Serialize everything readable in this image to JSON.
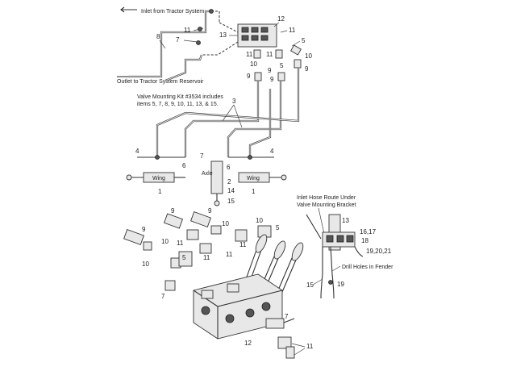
{
  "labels": {
    "inlet": "Inlet from Tractor System",
    "outlet": "Outlet to Tractor System Reservoir",
    "kit_line1": "Valve Mounting Kit #3534 includes",
    "kit_line2": "items 5, 7, 8, 9, 10, 11, 13, & 15.",
    "wing_left": "Wing",
    "wing_right": "Wing",
    "axle": "Axle",
    "inlet_route_line1": "Inlet Hose Route Under",
    "inlet_route_line2": "Valve Mounting Bracket",
    "drill_holes": "Drill Holes in Fender"
  },
  "numbers": {
    "n1": "1",
    "n2": "2",
    "n3": "3",
    "n4": "4",
    "n5": "5",
    "n6": "6",
    "n7": "7",
    "n8": "8",
    "n9": "9",
    "n10": "10",
    "n11": "11",
    "n12": "12",
    "n13": "13",
    "n14": "14",
    "n15": "15",
    "n19": "19",
    "n1617": "16,17",
    "n18": "18",
    "n192021": "19,20,21"
  }
}
